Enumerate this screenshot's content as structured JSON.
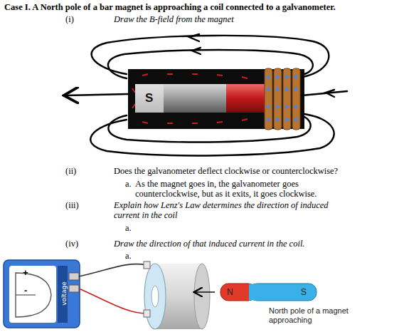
{
  "diagram": {
    "title": "Case I. A North pole of a bar magnet is approaching a coil connected to a galvanometer.",
    "nodes": [
      {
        "text": [
          "S"
        ]
      },
      {
        "text": [
          "+",
          "-",
          "voltage"
        ]
      },
      {
        "text": [
          "N",
          "S"
        ]
      }
    ],
    "labels": [
      "(i)",
      "Draw the B-field from the magnet",
      "(ii)",
      "Does the galvanometer deflect clockwise or counterclockwise?",
      "a.",
      "As the magnet goes in, the galvanometer goes counterclockwise, but as it exits, it goes clockwise.",
      "(iii)",
      "Explain how Lenz's Law determines the direction of induced current in the coil",
      "a.",
      "(iv)",
      "Draw the direction of that induced current in the coil.",
      "a.",
      "North pole of a magnet approaching"
    ]
  }
}
